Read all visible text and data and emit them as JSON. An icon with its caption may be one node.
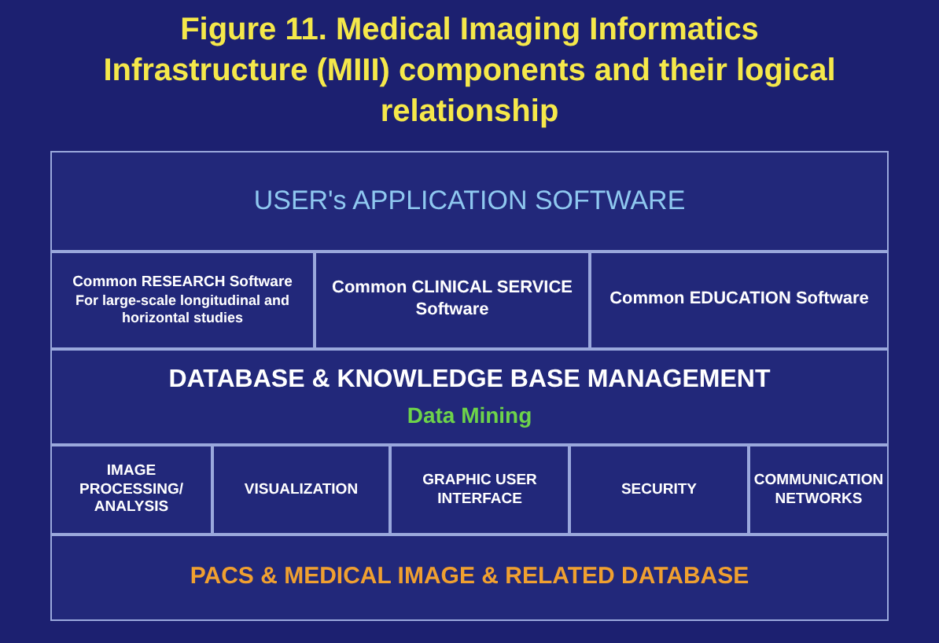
{
  "diagram": {
    "title": "Figure 11. Medical Imaging Informatics Infrastructure (MIII) components and their logical relationship",
    "nodes": [
      {
        "text": [
          "USER's APPLICATION SOFTWARE"
        ]
      },
      {
        "text": [
          "Common RESEARCH Software",
          "For large-scale longitudinal and horizontal studies"
        ]
      },
      {
        "text": [
          "Common CLINICAL SERVICE Software"
        ]
      },
      {
        "text": [
          "Common EDUCATION Software"
        ]
      },
      {
        "text": [
          "DATABASE & KNOWLEDGE BASE MANAGEMENT",
          "Data Mining"
        ]
      },
      {
        "text": [
          "IMAGE PROCESSING/ ANALYSIS"
        ]
      },
      {
        "text": [
          "VISUALIZATION"
        ]
      },
      {
        "text": [
          "GRAPHIC USER INTERFACE"
        ]
      },
      {
        "text": [
          "SECURITY"
        ]
      },
      {
        "text": [
          "COMMUNICATION NETWORKS"
        ]
      },
      {
        "text": [
          "PACS & MEDICAL IMAGE & RELATED DATABASE"
        ]
      }
    ]
  }
}
